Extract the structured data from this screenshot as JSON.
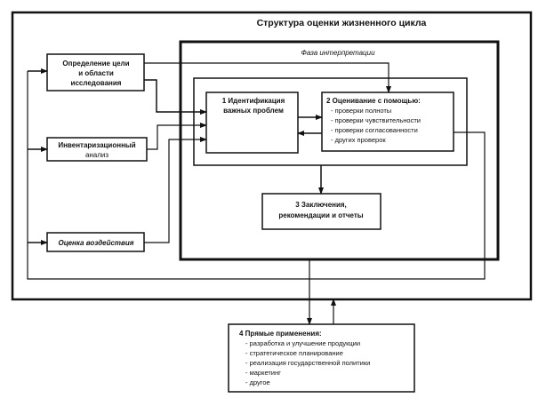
{
  "title": "Структура оценки жизненного цикла",
  "phase_label": "Фаза интерпретации",
  "left_boxes": {
    "goal": [
      "Определение цели",
      "и области",
      "исследования"
    ],
    "inventory": [
      "Инвентаризационный",
      "анализ"
    ],
    "impact": [
      "Оценка воздействия"
    ]
  },
  "box1": [
    "1 Идентификация",
    "важных проблем"
  ],
  "box2": {
    "heading": "2 Оценивание с помощью:",
    "items": [
      "- проверки полноты",
      "- проверки чувствительности",
      "- проверки согласованности",
      "- других проверок"
    ]
  },
  "box3": [
    "3 Заключения,",
    "рекомендации и отчеты"
  ],
  "box4": {
    "heading": "4 Прямые применения:",
    "items": [
      "- разработка и улучшение продукции",
      "- стратегическое планирование",
      "- реализация государственной политики",
      "- маркетинг",
      "- другое"
    ]
  }
}
